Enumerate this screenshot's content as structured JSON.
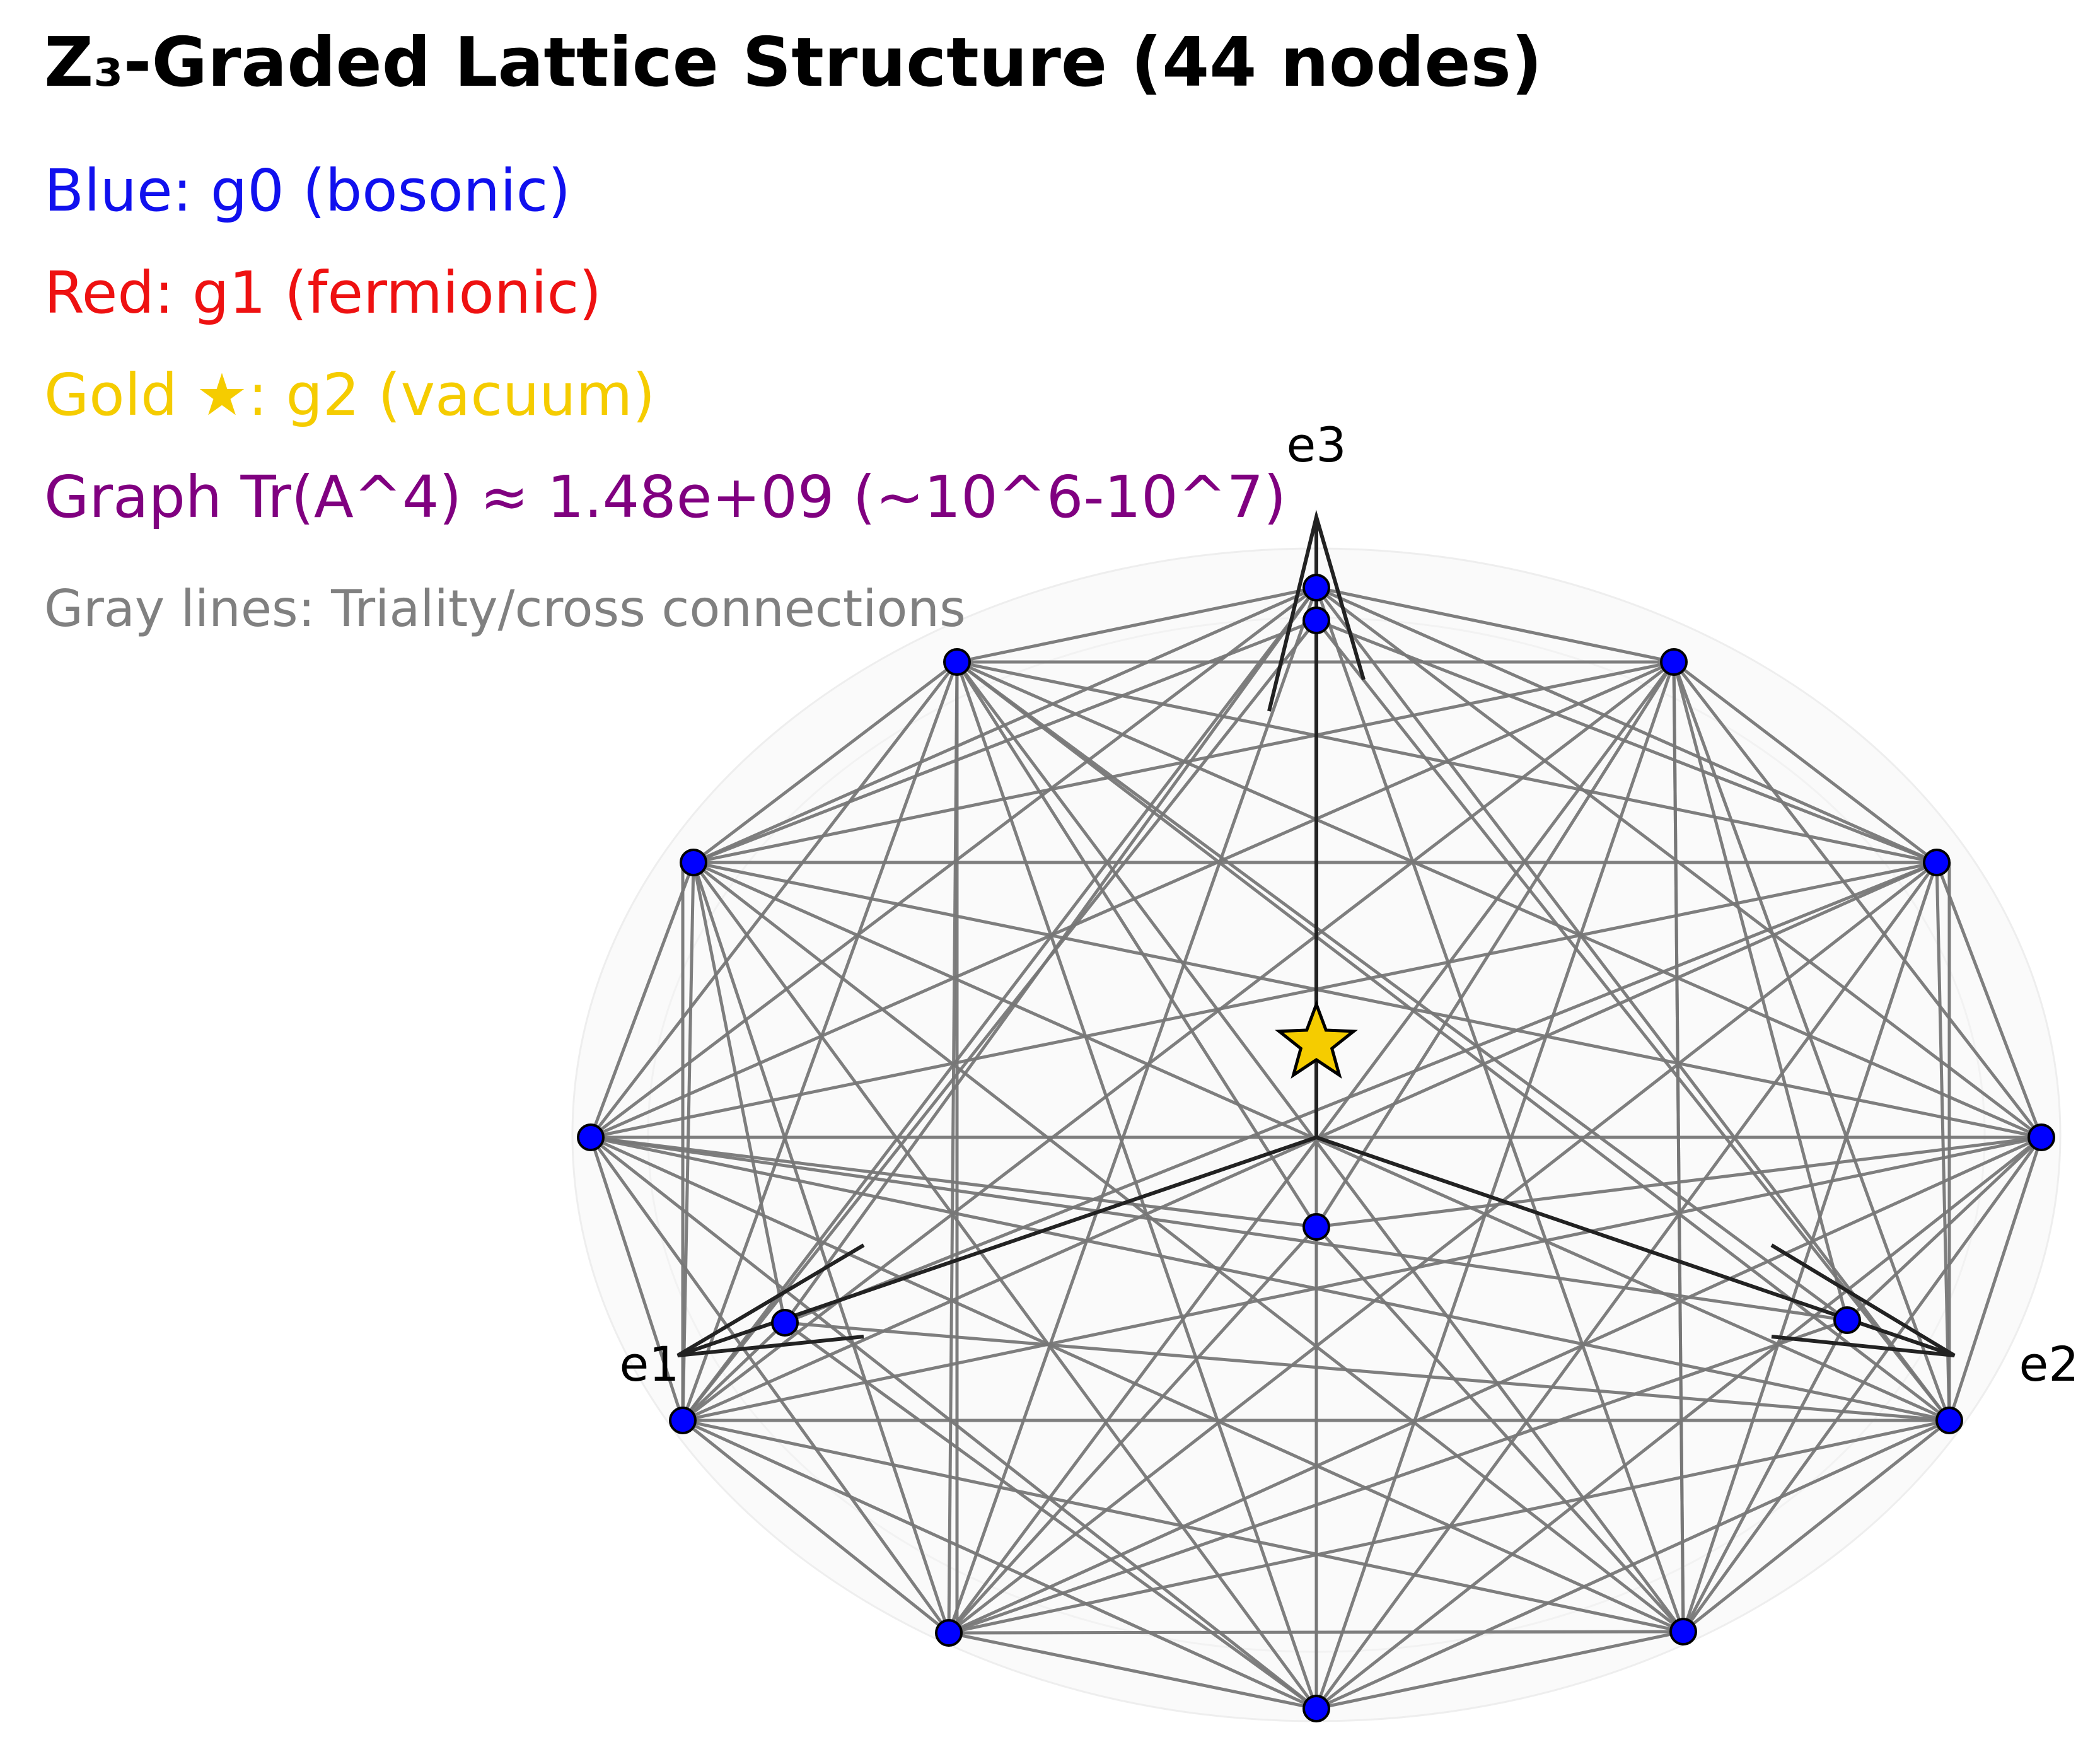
{
  "title": "Z₃-Graded Lattice Structure (44 nodes)",
  "legend": {
    "blue": "Blue: g0 (bosonic)",
    "red": "Red: g1 (fermionic)",
    "gold": "Gold ★: g2 (vacuum)",
    "trace": "Graph Tr(A^4) ≈ 1.48e+09 (~10^6-10^7)",
    "gray": "Gray lines: Triality/cross connections"
  },
  "axes": {
    "e1": "e1",
    "e2": "e2",
    "e3": "e3"
  },
  "colors": {
    "blue": "#1010ee",
    "red": "#ee1111",
    "gold": "#f5cc00",
    "purple": "#800080",
    "gray_text": "#808080",
    "edge": "#777777",
    "axis": "#222222",
    "node_blue": "#0000ff"
  },
  "node_icon": "circle",
  "vacuum_icon": "star"
}
